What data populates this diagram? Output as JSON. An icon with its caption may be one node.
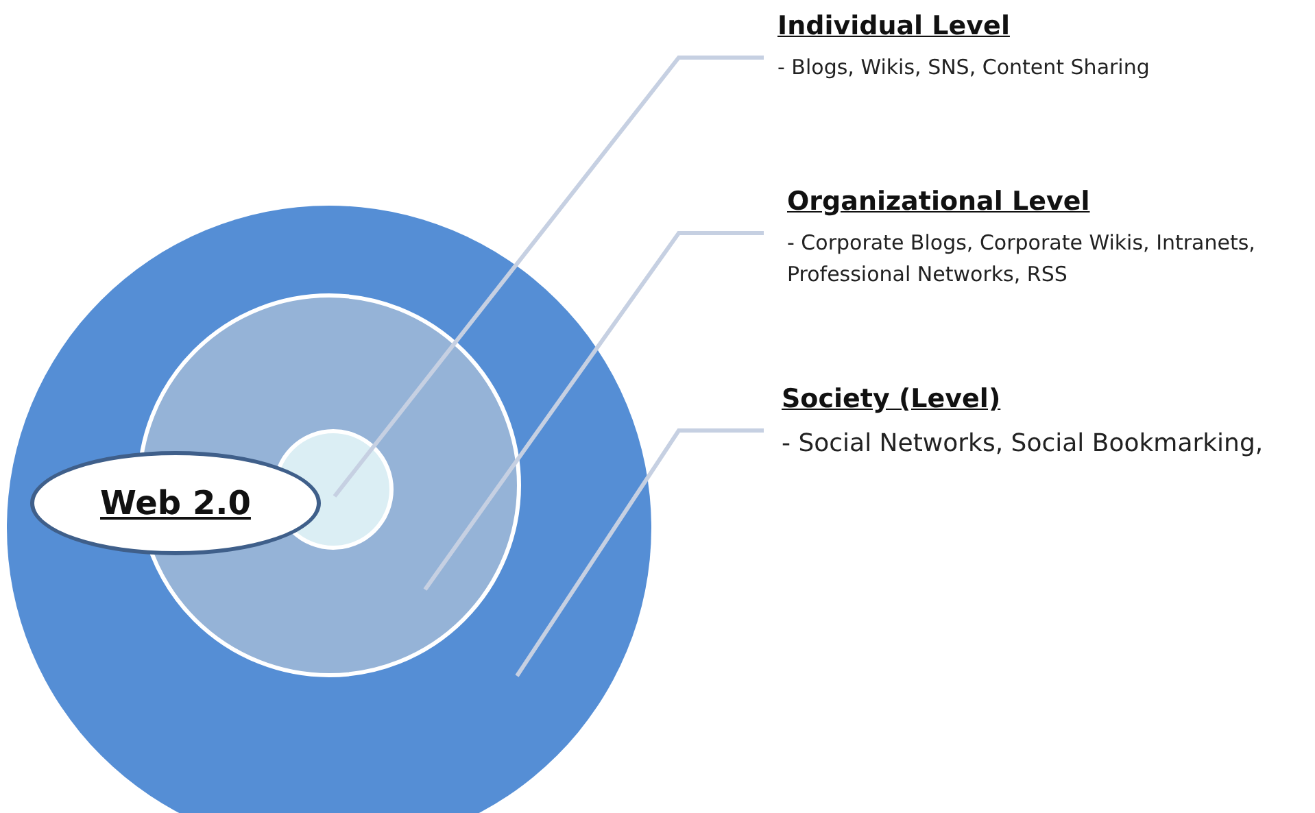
{
  "diagram": {
    "nodes": [
      {
        "text": [],
        "shape": "circle"
      },
      {
        "text": [],
        "shape": "circle",
        "in": 0
      },
      {
        "text": [],
        "shape": "circle",
        "in": 1
      },
      {
        "text": [
          "Web 2.0"
        ],
        "in": 0
      },
      {
        "text": [
          "Individual Level",
          "- Blogs, Wikis, SNS, Content Sharing"
        ]
      },
      {
        "text": [
          "Organizational Level",
          "- Corporate Blogs, Corporate Wikis, Intranets, Professional Networks, RSS"
        ]
      },
      {
        "text": [
          "Society (Level)",
          "- Social Networks, Social Bookmarking,"
        ]
      }
    ],
    "edges": [
      {
        "from": 4,
        "to": 2,
        "arrow": "none"
      },
      {
        "from": 5,
        "to": 1,
        "arrow": "none"
      },
      {
        "from": 6,
        "to": 0,
        "arrow": "none"
      }
    ]
  }
}
